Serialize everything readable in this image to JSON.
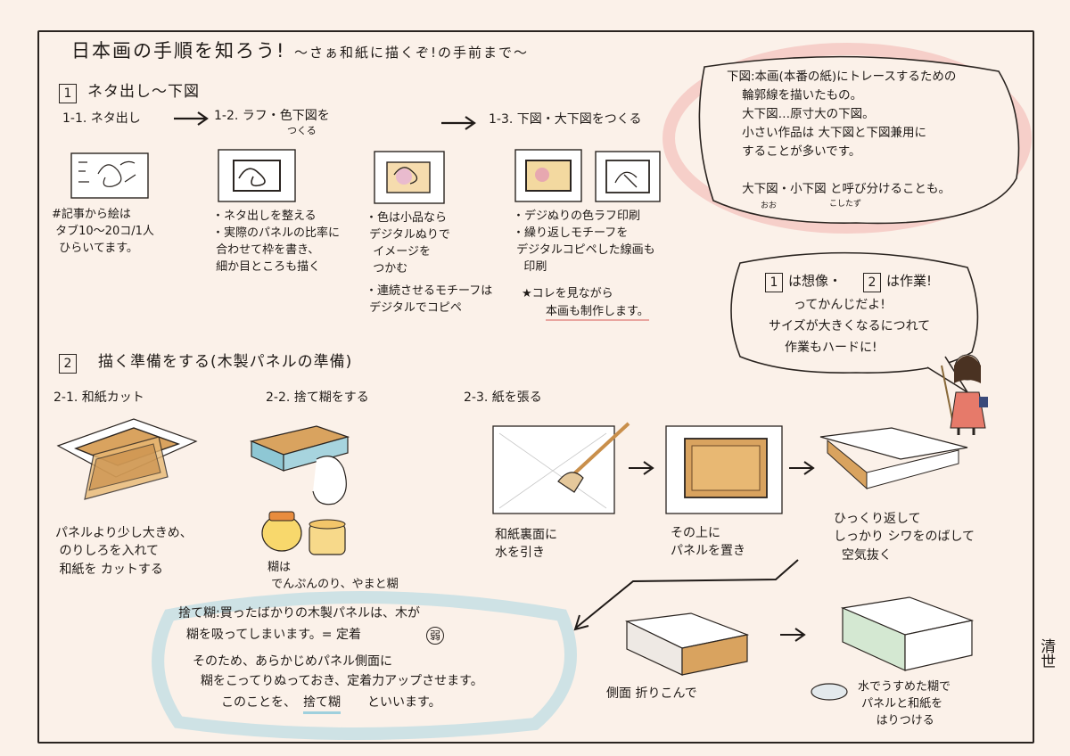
{
  "header": {
    "title": "日本画の手順を知ろう!",
    "subtitle": "～さぁ和紙に描くぞ!の手前まで～"
  },
  "section1": {
    "num": "1",
    "heading": "ネタ出し～下図",
    "step1": "1-1. ネタ出し",
    "step2_line1": "1-2. ラフ・色下図を",
    "step2_line2": "つくる",
    "step3": "1-3. 下図・大下図をつくる",
    "note_a": "#記事から絵は\n タブ10～20コ/1人\n  ひらいてます。",
    "note_b": "・ネタ出しを整える\n・実際のパネルの比率に\n 合わせて枠を書き、\n 細か目ところも描く",
    "note_c": "・色は小品なら\n デジタルぬりで\n  イメージを\n  つかむ",
    "note_c2": "・連続させるモチーフは\n デジタルでコピペ",
    "note_d": "・デジぬりの色ラフ印刷\n・繰り返しモチーフを\n デジタルコピペした線画も\n   印刷",
    "note_d_star": "★コレを見ながら",
    "note_d_last": "本画も制作します。"
  },
  "top_bubble": {
    "text": "下図:本画(本番の紙)にトレースするための\n    輪郭線を描いたもの。\n    大下図…原寸大の下図。\n    小さい作品は 大下図と下図兼用に\n    することが多いです。\n\n    大下図・小下図 と呼び分けることも。",
    "ruby_a": "おお",
    "ruby_b": "こしたず"
  },
  "mid_bubble": {
    "num1": "1",
    "num2": "2",
    "line1": "は想像・",
    "line1b": "は作業!",
    "line2": "ってかんじだよ!",
    "line3": "サイズが大きくなるにつれて",
    "line4": "作業もハードに!"
  },
  "section2": {
    "num": "2",
    "heading": "描く準備をする(木製パネルの準備)",
    "step1": "2-1. 和紙カット",
    "step2": "2-2. 捨て糊をする",
    "step3": "2-3. 紙を張る",
    "note_cut": "パネルより少し大きめ、\n のりしろを入れて\n 和紙を カットする",
    "note_glue": "糊は\n でんぷんのり、やまと糊",
    "note_water": "和紙裏面に\n水を引き",
    "note_panel": "その上に\nパネルを置き",
    "note_flip": "ひっくり返して\nしっかり シワをのばして\n  空気抜く",
    "note_fold": "側面 折りこんで",
    "note_stick": "水でうすめた糊で\n パネルと和紙を\n     はりつける"
  },
  "bottom_note": {
    "line1": "捨て糊:買ったばかりの木製パネルは、木が",
    "line2": "  糊を吸ってしまいます。= 定着",
    "weak": "弱",
    "line3": "そのため、あらかじめパネル側面に",
    "line4": "  糊をこってりぬっておき、定着力アップさせます。",
    "line5": "このことを、",
    "line5b": "捨て糊",
    "line5c": "といいます。"
  },
  "signature": "清世",
  "colors": {
    "paper": "#fbf1e9",
    "ink": "#1f1a17",
    "wood": "#d9a35f",
    "pink_glow": "#ef9f9c",
    "blue_glow": "#a9d6e2"
  }
}
